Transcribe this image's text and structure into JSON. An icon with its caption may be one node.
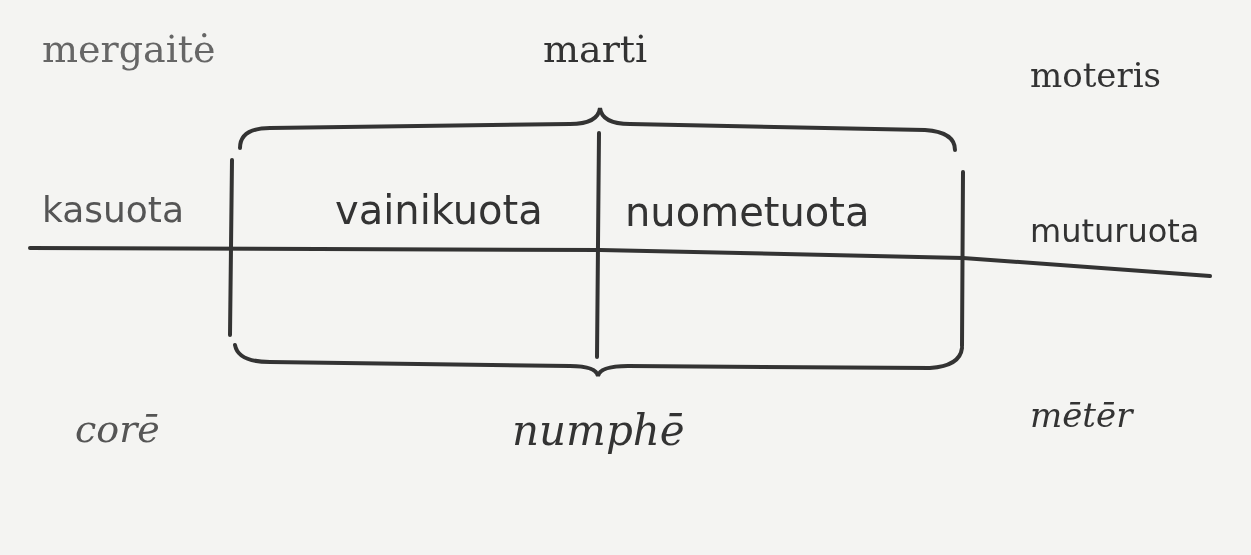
{
  "diagram": {
    "labels": [
      "mergaitė",
      "marti",
      "moteris",
      "kasuota",
      "vainikuota",
      "nuometuota",
      "muturuota",
      "corē",
      "numphē",
      "mētēr"
    ]
  }
}
